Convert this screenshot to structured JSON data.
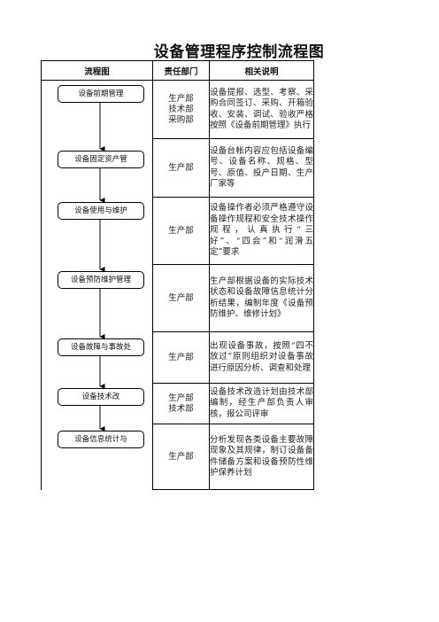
{
  "title": "设备管理程序控制流程图",
  "headers": {
    "flow": "流程图",
    "dept": "责任部门",
    "desc": "相关说明"
  },
  "rows": [
    {
      "step": "设备前期管理",
      "dept": [
        "生产部",
        "技术部",
        "采购部"
      ],
      "desc": "设备提报、选型、考察、采购合同签订、采购、开箱验收、安装、调试、验收严格按照《设备前期管理》执行"
    },
    {
      "step": "设备固定资产管",
      "dept": [
        "生产部"
      ],
      "desc": "设备台帐内容应包括设备编号、设备名称、规格、型号、原值、投产日期、生产厂家等"
    },
    {
      "step": "设备使用与维护",
      "dept": [
        "生产部"
      ],
      "desc": "设备操作者必须严格遵守设备操作规程和安全技术操作规程，认真执行“三好”、“四会”和“润滑五定”要求"
    },
    {
      "step": "设备预防维护管理",
      "dept": [
        "生产部"
      ],
      "desc": "生产部根据设备的实际技术状态和设备故障信息统计分析结果，编制年度《设备预防维护、维修计划》"
    },
    {
      "step": "设备故障与事故处",
      "dept": [
        "生产部"
      ],
      "desc": "出现设备事故，按照“四不放过”原则组织对设备事故进行原因分析、调查和处理"
    },
    {
      "step": "设备技术改",
      "dept": [
        "生产部",
        "技术部"
      ],
      "desc": "设备技术改造计划由技术部编制，经生产部负责人审核，报公司评审"
    },
    {
      "step": "设备信息统计与",
      "dept": [
        "生产部"
      ],
      "desc": "分析发现各类设备主要故障现象及其规律，制订设备备件储备方案和设备预防性维护保养计划"
    }
  ]
}
